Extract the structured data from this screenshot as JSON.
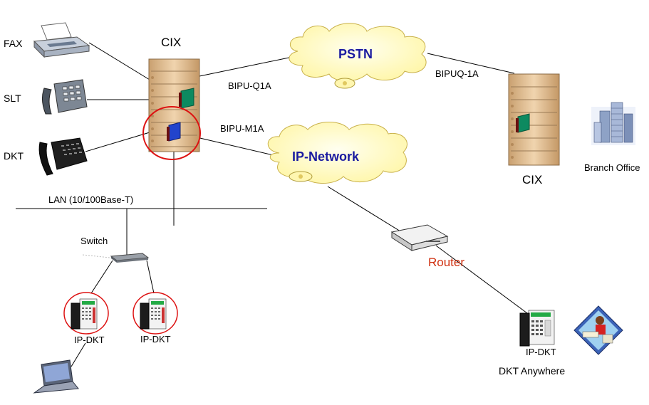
{
  "nodes": {
    "fax": "FAX",
    "slt": "SLT",
    "dkt": "DKT",
    "cix_main": "CIX",
    "cix_branch": "CIX",
    "branch_office": "Branch Office",
    "pstn": "PSTN",
    "ip_network": "IP-Network",
    "router": "Router",
    "switch": "Switch",
    "ip_dkt_1": "IP-DKT",
    "ip_dkt_2": "IP-DKT",
    "ip_dkt_remote": "IP-DKT",
    "dkt_anywhere": "DKT Anywhere",
    "lan": "LAN (10/100Base-T)"
  },
  "links": {
    "bipu_q1a": "BIPU-Q1A",
    "bipuq_1a": "BIPUQ-1A",
    "bipu_m1a": "BIPU-M1A"
  },
  "colors": {
    "cloud_fill": "#fffccc",
    "cloud_text": "#1a1aa0",
    "cabinet": "#e2bd8f",
    "highlight_circle": "#dd1111",
    "card_green": "#0d8a60",
    "card_blue": "#2244cc",
    "router_text": "#d03010"
  }
}
